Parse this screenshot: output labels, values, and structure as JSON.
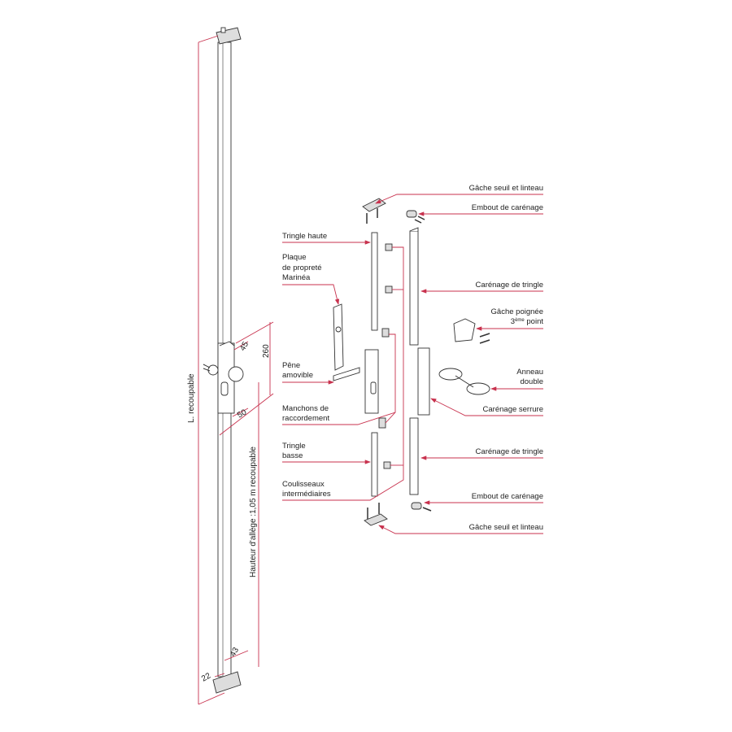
{
  "colors": {
    "leader": "#c8324e",
    "line": "#333333"
  },
  "dimensions": {
    "length": "L. recoupable",
    "sill_height": "Hauteur d'allège :1,05 m recoupable",
    "d45": "45",
    "d260": "260",
    "d50": "50",
    "d43": "43",
    "d22": "22"
  },
  "labels_right": {
    "gache_top": "Gâche seuil et linteau",
    "embout_top": "Embout de carénage",
    "carenage_top": "Carénage de tringle",
    "gache_poignee_1": "Gâche poignée",
    "gache_poignee_2_num": "3",
    "gache_poignee_2_sup": "ème",
    "gache_poignee_2_rest": " point",
    "anneau_1": "Anneau",
    "anneau_2": "double",
    "carenage_serrure": "Carénage serrure",
    "carenage_bottom": "Carénage de tringle",
    "embout_bottom": "Embout de carénage",
    "gache_bottom": "Gâche seuil et linteau"
  },
  "labels_left": {
    "tringle_haute": "Tringle haute",
    "plaque_1": "Plaque",
    "plaque_2": "de propreté",
    "plaque_3": "Marinéa",
    "pene_1": "Pêne",
    "pene_2": "amovible",
    "manchons_1": "Manchons de",
    "manchons_2": "raccordement",
    "tringle_basse_1": "Tringle",
    "tringle_basse_2": "basse",
    "coulisseaux_1": "Coulisseaux",
    "coulisseaux_2": "intermédiaires"
  }
}
